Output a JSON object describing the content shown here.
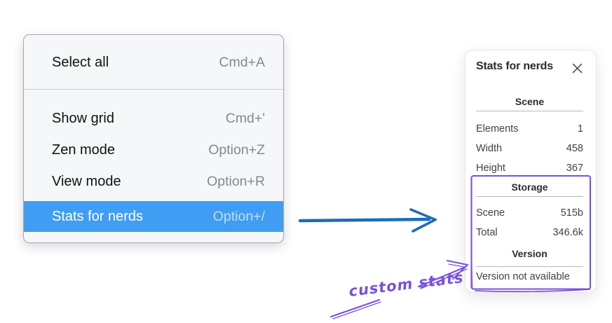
{
  "menu": {
    "groups": [
      {
        "items": [
          {
            "label": "Select all",
            "shortcut": "Cmd+A"
          }
        ]
      },
      {
        "items": [
          {
            "label": "Show grid",
            "shortcut": "Cmd+'"
          },
          {
            "label": "Zen mode",
            "shortcut": "Option+Z"
          },
          {
            "label": "View mode",
            "shortcut": "Option+R"
          },
          {
            "label": "Stats for nerds",
            "shortcut": "Option+/",
            "highlighted": true
          }
        ]
      }
    ]
  },
  "panel": {
    "title": "Stats for nerds",
    "sections": [
      {
        "heading": "Scene",
        "rows": [
          [
            "Elements",
            "1"
          ],
          [
            "Width",
            "458"
          ],
          [
            "Height",
            "367"
          ]
        ]
      },
      {
        "heading": "Storage",
        "rows": [
          [
            "Scene",
            "515b"
          ],
          [
            "Total",
            "346.6k"
          ]
        ]
      },
      {
        "heading": "Version",
        "note": "Version not available"
      }
    ]
  },
  "annotation": {
    "label": "custom stats"
  },
  "icons": {
    "close": "✕"
  },
  "colors": {
    "menu_highlight": "#3f9ef3",
    "arrow_blue": "#1e6cba",
    "annotation_purple": "#7a52d9"
  }
}
